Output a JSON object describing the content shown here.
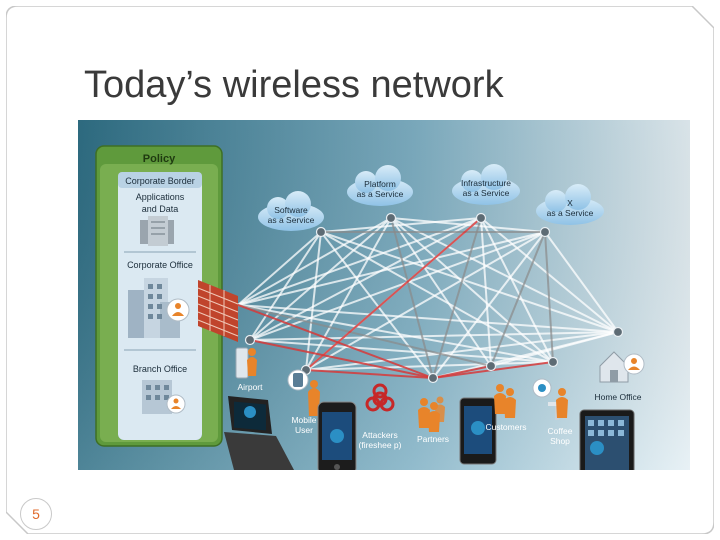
{
  "slide": {
    "title": "Today’s wireless network",
    "number": "5"
  },
  "policy": {
    "title": "Policy",
    "corporate_border": "Corporate Border",
    "applications_line1": "Applications",
    "applications_line2": "and Data",
    "corporate_office": "Corporate Office",
    "branch_office": "Branch Office"
  },
  "clouds": {
    "software_line1": "Software",
    "software_line2": "as a Service",
    "platform_line1": "Platform",
    "platform_line2": "as a Service",
    "infrastructure_line1": "Infrastructure",
    "infrastructure_line2": "as a Service",
    "x_line1": "X",
    "x_line2": "as a Service"
  },
  "endpoints": {
    "airport": "Airport",
    "mobile_line1": "Mobile",
    "mobile_line2": "User",
    "attackers_line1": "Attackers",
    "attackers_line2": "(fireshee p)",
    "partners": "Partners",
    "customers": "Customers",
    "coffee_line1": "Coffee",
    "coffee_line2": "Shop",
    "home_office": "Home Office"
  },
  "colors": {
    "policy_green": "#5f9a3c",
    "threat_red": "#d63a3a",
    "link_white": "#ffffff",
    "orange_person": "#e8842a",
    "slide_number": "#e06a2b"
  }
}
